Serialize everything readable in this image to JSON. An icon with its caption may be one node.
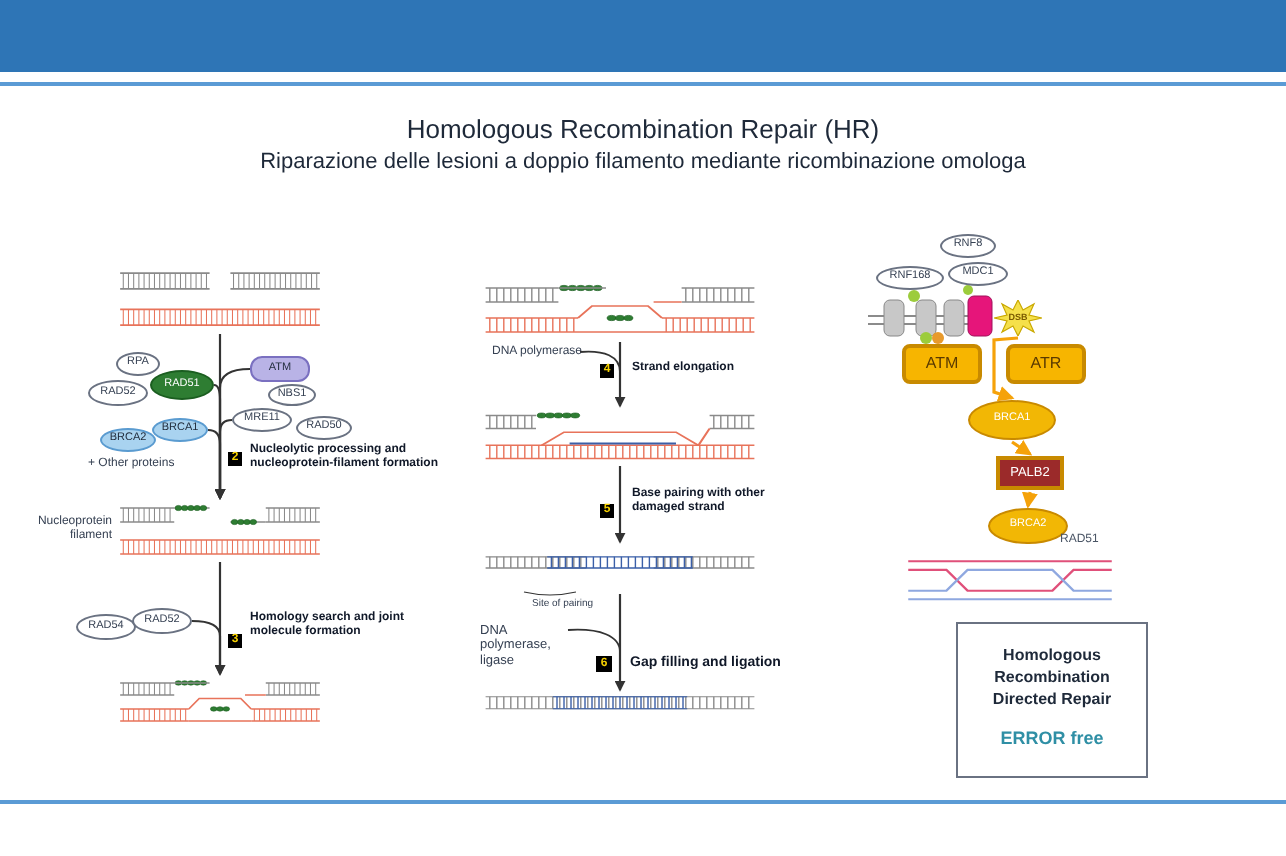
{
  "diagram": {
    "title": "Homologous Recombination Repair (HR)",
    "nodes": [
      {
        "text": [],
        "shape": "picture"
      },
      {
        "text": [
          "RPA"
        ]
      },
      {
        "text": [
          "RAD52"
        ]
      },
      {
        "text": [
          "RAD51"
        ]
      },
      {
        "text": [
          "ATM"
        ]
      },
      {
        "text": [
          "NBS1"
        ]
      },
      {
        "text": [
          "MRE11"
        ]
      },
      {
        "text": [
          "RAD50"
        ]
      },
      {
        "text": [
          "BRCA1"
        ]
      },
      {
        "text": [
          "BRCA2"
        ]
      },
      {
        "text": [],
        "shape": "picture",
        "beside": [
          "Nucleoprotein filament"
        ]
      },
      {
        "text": [
          "RAD54"
        ]
      },
      {
        "text": [
          "RAD52"
        ]
      },
      {
        "text": [],
        "shape": "picture"
      },
      {
        "text": [],
        "shape": "picture"
      },
      {
        "text": [],
        "shape": "picture"
      },
      {
        "text": [],
        "shape": "picture"
      },
      {
        "text": [],
        "shape": "picture"
      },
      {
        "text": [
          "RNF8"
        ]
      },
      {
        "text": [
          "RNF168"
        ]
      },
      {
        "text": [
          "MDC1"
        ]
      },
      {
        "text": [
          "DSB"
        ]
      },
      {
        "text": [
          "ATM"
        ]
      },
      {
        "text": [
          "ATR"
        ]
      },
      {
        "text": [
          "BRCA1"
        ]
      },
      {
        "text": [
          "PALB2"
        ]
      },
      {
        "text": [
          "BRCA2"
        ]
      },
      {
        "text": [],
        "shape": "picture"
      },
      {
        "text": [
          "Homologous Recombination Directed Repair",
          "ERROR free"
        ]
      }
    ],
    "edges": [
      {
        "from": 0,
        "to": 10,
        "arrow": "to"
      },
      {
        "from": 10,
        "to": 13,
        "arrow": "to"
      },
      {
        "from": 14,
        "to": 15,
        "arrow": "to"
      },
      {
        "from": 15,
        "to": 16,
        "arrow": "to"
      },
      {
        "from": 16,
        "to": 17,
        "arrow": "to"
      },
      {
        "from": 21,
        "to": 24,
        "arrow": "to",
        "color": "#f5a20a"
      },
      {
        "from": 24,
        "to": 25,
        "arrow": "to",
        "color": "#f5a20a"
      },
      {
        "from": 25,
        "to": 26,
        "arrow": "to",
        "color": "#f5a20a"
      },
      {
        "from": 3,
        "to": 10,
        "arrow": "to"
      },
      {
        "from": 4,
        "to": 10,
        "arrow": "to"
      },
      {
        "from": 6,
        "to": 10,
        "arrow": "to"
      },
      {
        "from": 8,
        "to": 10,
        "arrow": "to"
      },
      {
        "from": 12,
        "to": 13,
        "arrow": "to"
      }
    ],
    "labels": [
      "Riparazione delle lesioni a doppio filamento mediante ricombinazione omologa",
      "+ Other proteins",
      "2",
      "Nucleolytic processing and nucleoprotein-filament formation",
      "3",
      "Homology search and joint molecule formation",
      "DNA polymerase",
      "4",
      "Strand elongation",
      "5",
      "Base pairing with other damaged strand",
      "Site of pairing",
      "DNA polymerase, ligase",
      "6",
      "Gap filling and ligation",
      "RAD51"
    ]
  }
}
